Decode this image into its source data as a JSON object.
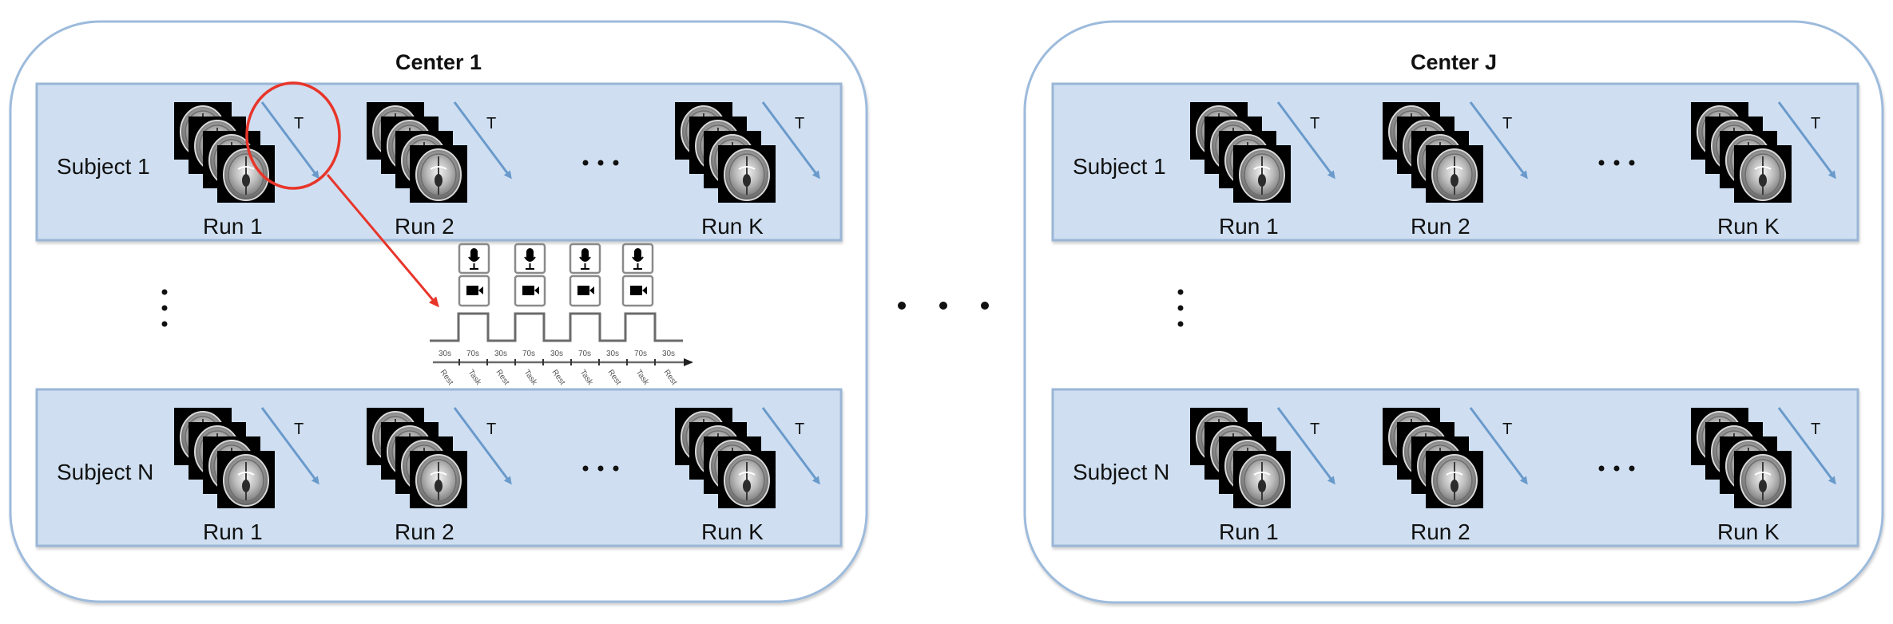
{
  "colors": {
    "center_border": "#9dbbdc",
    "band_fill": "#cfdff1",
    "band_border": "#9ab6d6",
    "time_arrow": "#6a9acb",
    "highlight": "#e8352a",
    "text": "#111111",
    "timeline": "#6b6b6b"
  },
  "centers": [
    {
      "title": "Center 1",
      "subjects": [
        {
          "label": "Subject 1",
          "runs": [
            "Run 1",
            "Run 2",
            "Run K"
          ],
          "ellipsis": "…"
        },
        {
          "label": "Subject N",
          "runs": [
            "Run 1",
            "Run 2",
            "Run K"
          ],
          "ellipsis": "…"
        }
      ],
      "time_axis_label": "T",
      "highlight_run": {
        "subject_index": 0,
        "run_index": 0
      }
    },
    {
      "title": "Center J",
      "subjects": [
        {
          "label": "Subject 1",
          "runs": [
            "Run 1",
            "Run 2",
            "Run K"
          ],
          "ellipsis": "…"
        },
        {
          "label": "Subject N",
          "runs": [
            "Run 1",
            "Run 2",
            "Run K"
          ],
          "ellipsis": "…"
        }
      ],
      "time_axis_label": "T"
    }
  ],
  "between_centers_ellipsis": "• • •",
  "paradigm": {
    "stimulus_icons": [
      {
        "top": "microphone-icon",
        "bottom": "video-camera-icon"
      },
      {
        "top": "microphone-icon",
        "bottom": "video-camera-icon"
      },
      {
        "top": "microphone-icon",
        "bottom": "video-camera-icon"
      },
      {
        "top": "microphone-icon",
        "bottom": "video-camera-icon"
      }
    ],
    "blocks": [
      {
        "duration": "30s",
        "condition": "Rest"
      },
      {
        "duration": "70s",
        "condition": "Task"
      },
      {
        "duration": "30s",
        "condition": "Rest"
      },
      {
        "duration": "70s",
        "condition": "Task"
      },
      {
        "duration": "30s",
        "condition": "Rest"
      },
      {
        "duration": "70s",
        "condition": "Task"
      },
      {
        "duration": "30s",
        "condition": "Rest"
      },
      {
        "duration": "70s",
        "condition": "Task"
      },
      {
        "duration": "30s",
        "condition": "Rest"
      }
    ]
  }
}
